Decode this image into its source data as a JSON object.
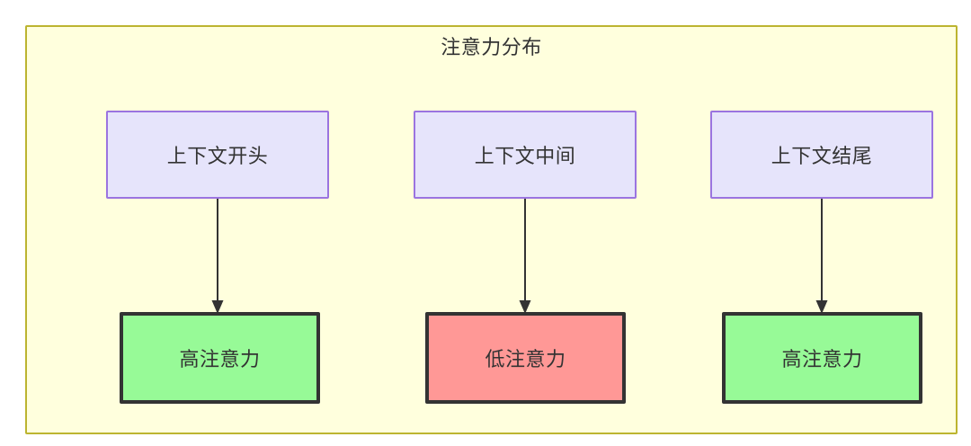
{
  "diagram": {
    "title": "注意力分布",
    "colors": {
      "container_fill": "#ffffdd",
      "container_border": "#bcb430",
      "context_fill": "#e6e4fb",
      "context_border": "#9b74e0",
      "high_attention_fill": "#97fa97",
      "low_attention_fill": "#ff9896",
      "node_border": "#333333",
      "edge": "#333333",
      "text": "#333333"
    },
    "columns": [
      {
        "context_label": "上下文开头",
        "attention_label": "高注意力",
        "attention_level": "high"
      },
      {
        "context_label": "上下文中间",
        "attention_label": "低注意力",
        "attention_level": "low"
      },
      {
        "context_label": "上下文结尾",
        "attention_label": "高注意力",
        "attention_level": "high"
      }
    ]
  }
}
